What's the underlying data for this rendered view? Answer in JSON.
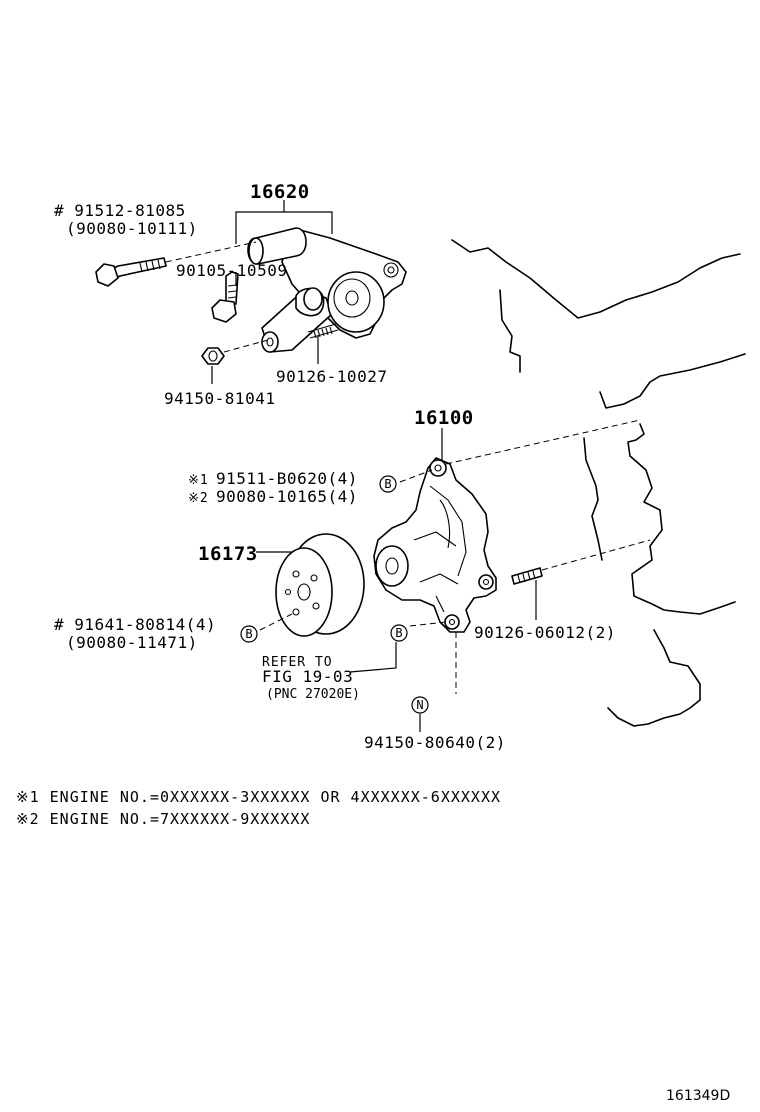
{
  "parts": {
    "p16620": "16620",
    "p91512": "# 91512-81085",
    "p90080_10111": "(90080-10111)",
    "p90105": "90105-10509",
    "p90126_10027": "90126-10027",
    "p94150_81041": "94150-81041",
    "p16100": "16100",
    "p91511": "91511-B0620(4)",
    "p90080_10165": "90080-10165(4)",
    "p16173": "16173",
    "p91641": "# 91641-80814(4)",
    "p90080_11471": "(90080-11471)",
    "p90126_06012": "90126-06012(2)",
    "p94150_80640": "94150-80640(2)"
  },
  "note_marks": {
    "n1": "※1",
    "n2": "※2"
  },
  "markers": {
    "b": "B",
    "n": "N"
  },
  "reference": {
    "line1": "REFER TO",
    "line2": "FIG  19-03",
    "line3": "(PNC 27020E)"
  },
  "footnotes": {
    "note1": "※1 ENGINE NO.=0XXXXXX-3XXXXXX OR 4XXXXXX-6XXXXXX",
    "note2": "※2 ENGINE NO.=7XXXXXX-9XXXXXX"
  },
  "figure_id": "161349D"
}
